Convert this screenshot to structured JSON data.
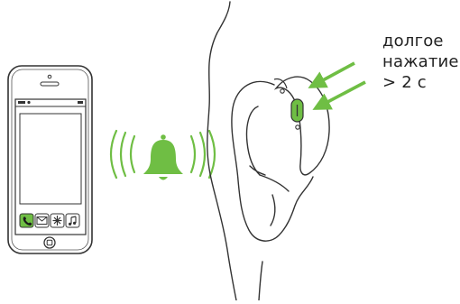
{
  "instruction": {
    "line1": "долгое",
    "line2": "нажатие",
    "line3": "> 2 с"
  },
  "icons": {
    "phone_call": "phone-call-icon",
    "mail": "mail-icon",
    "bluetooth": "bluetooth-icon",
    "music": "music-icon",
    "bell": "bell-icon",
    "home_button": "home-button-icon"
  },
  "colors": {
    "accent_green": "#6fbe44",
    "outline": "#333333",
    "text": "#222222"
  }
}
